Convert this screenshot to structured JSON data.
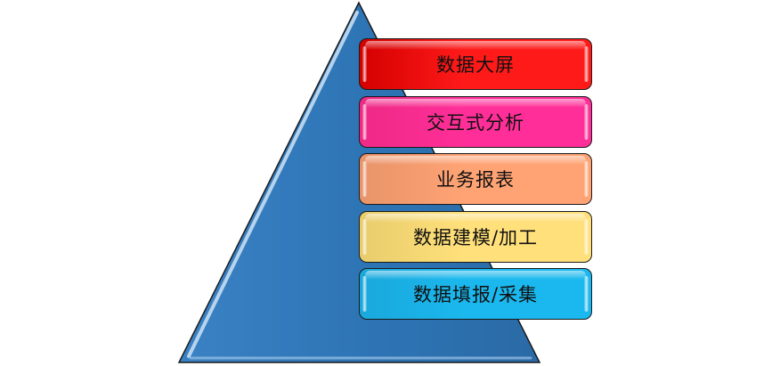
{
  "diagram": {
    "layers": [
      {
        "label": "数据大屏",
        "color": "#ff1a1a",
        "tint": "#d40000"
      },
      {
        "label": "交互式分析",
        "color": "#ff2e98",
        "tint": "#ee2a86"
      },
      {
        "label": "业务报表",
        "color": "#ffa374",
        "tint": "#e8946a"
      },
      {
        "label": "数据建模/加工",
        "color": "#ffe07a",
        "tint": "#e8cc6c"
      },
      {
        "label": "数据填报/采集",
        "color": "#1ab8ee",
        "tint": "#1aa8dc"
      }
    ],
    "pyramid_color": "#2e75b6"
  }
}
